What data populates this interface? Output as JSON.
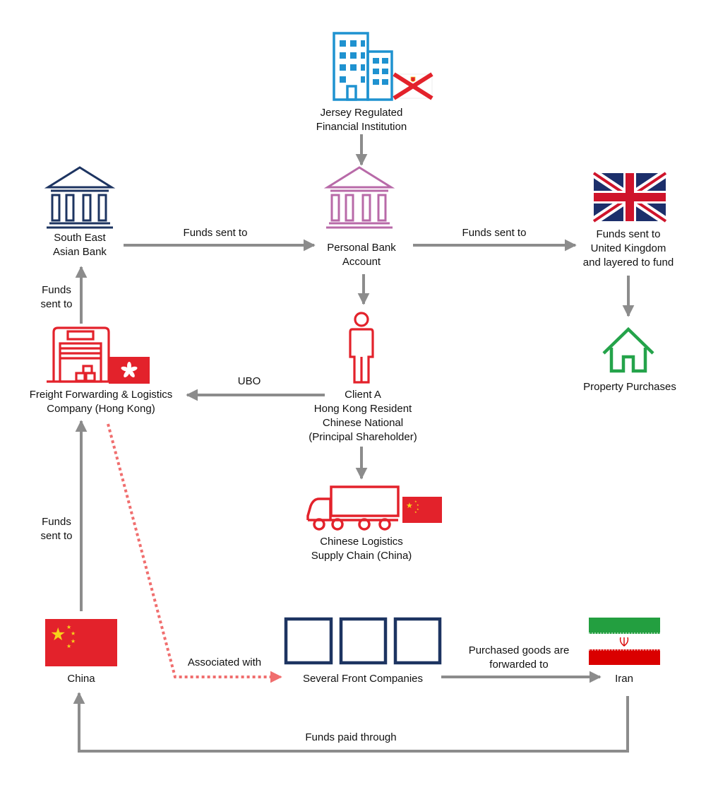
{
  "colors": {
    "arrow": "#8c8c8c",
    "dotted_link": "#f06e6e",
    "jersey_icon": "#1f92d0",
    "sea_bank_icon": "#1d3461",
    "personal_bank_icon": "#b86aa8",
    "red_icon": "#e3222b",
    "house_icon": "#24a34a",
    "front_companies": "#1d3461"
  },
  "nodes": {
    "jersey": {
      "icon": "office-building-icon",
      "flag": "jersey-flag-icon",
      "label_lines": [
        "Jersey Regulated",
        "Financial Institution"
      ]
    },
    "south_east_bank": {
      "icon": "bank-icon",
      "label_lines": [
        "South East",
        "Asian Bank"
      ]
    },
    "personal_bank": {
      "icon": "bank-icon",
      "label_lines": [
        "Personal Bank",
        "Account"
      ]
    },
    "uk": {
      "icon": "uk-flag-icon",
      "label_lines": [
        "Funds sent to",
        "United Kingdom",
        "and layered to fund"
      ]
    },
    "property": {
      "icon": "house-icon",
      "label_lines": [
        "Property Purchases"
      ]
    },
    "client_a": {
      "icon": "person-icon",
      "label_lines": [
        "Client A",
        "Hong Kong Resident",
        "Chinese National",
        "(Principal Shareholder)"
      ]
    },
    "freight": {
      "icon": "warehouse-icon",
      "flag": "hong-kong-flag-icon",
      "label_lines": [
        "Freight Forwarding & Logistics",
        "Company (Hong Kong)"
      ]
    },
    "chinese_logistics": {
      "icon": "truck-icon",
      "flag": "china-flag-icon",
      "label_lines": [
        "Chinese Logistics",
        "Supply Chain (China)"
      ]
    },
    "china": {
      "icon": "china-flag-icon",
      "label_lines": [
        "China"
      ]
    },
    "front_companies": {
      "icon": "front-company-boxes-icon",
      "label_lines": [
        "Several Front Companies"
      ]
    },
    "iran": {
      "icon": "iran-flag-icon",
      "label_lines": [
        "Iran"
      ]
    }
  },
  "edges": {
    "sea_to_personal": {
      "label_lines": [
        "Funds sent to"
      ]
    },
    "personal_to_uk": {
      "label_lines": [
        "Funds sent to"
      ]
    },
    "freight_to_sea": {
      "label_lines": [
        "Funds",
        "sent to"
      ]
    },
    "client_to_freight": {
      "label_lines": [
        "UBO"
      ]
    },
    "china_to_freight": {
      "label_lines": [
        "Funds",
        "sent to"
      ]
    },
    "freight_to_front": {
      "label_lines": [
        "Associated with"
      ]
    },
    "front_to_iran": {
      "label_lines": [
        "Purchased goods are",
        "forwarded to"
      ]
    },
    "iran_to_china": {
      "label_lines": [
        "Funds paid through"
      ]
    }
  }
}
